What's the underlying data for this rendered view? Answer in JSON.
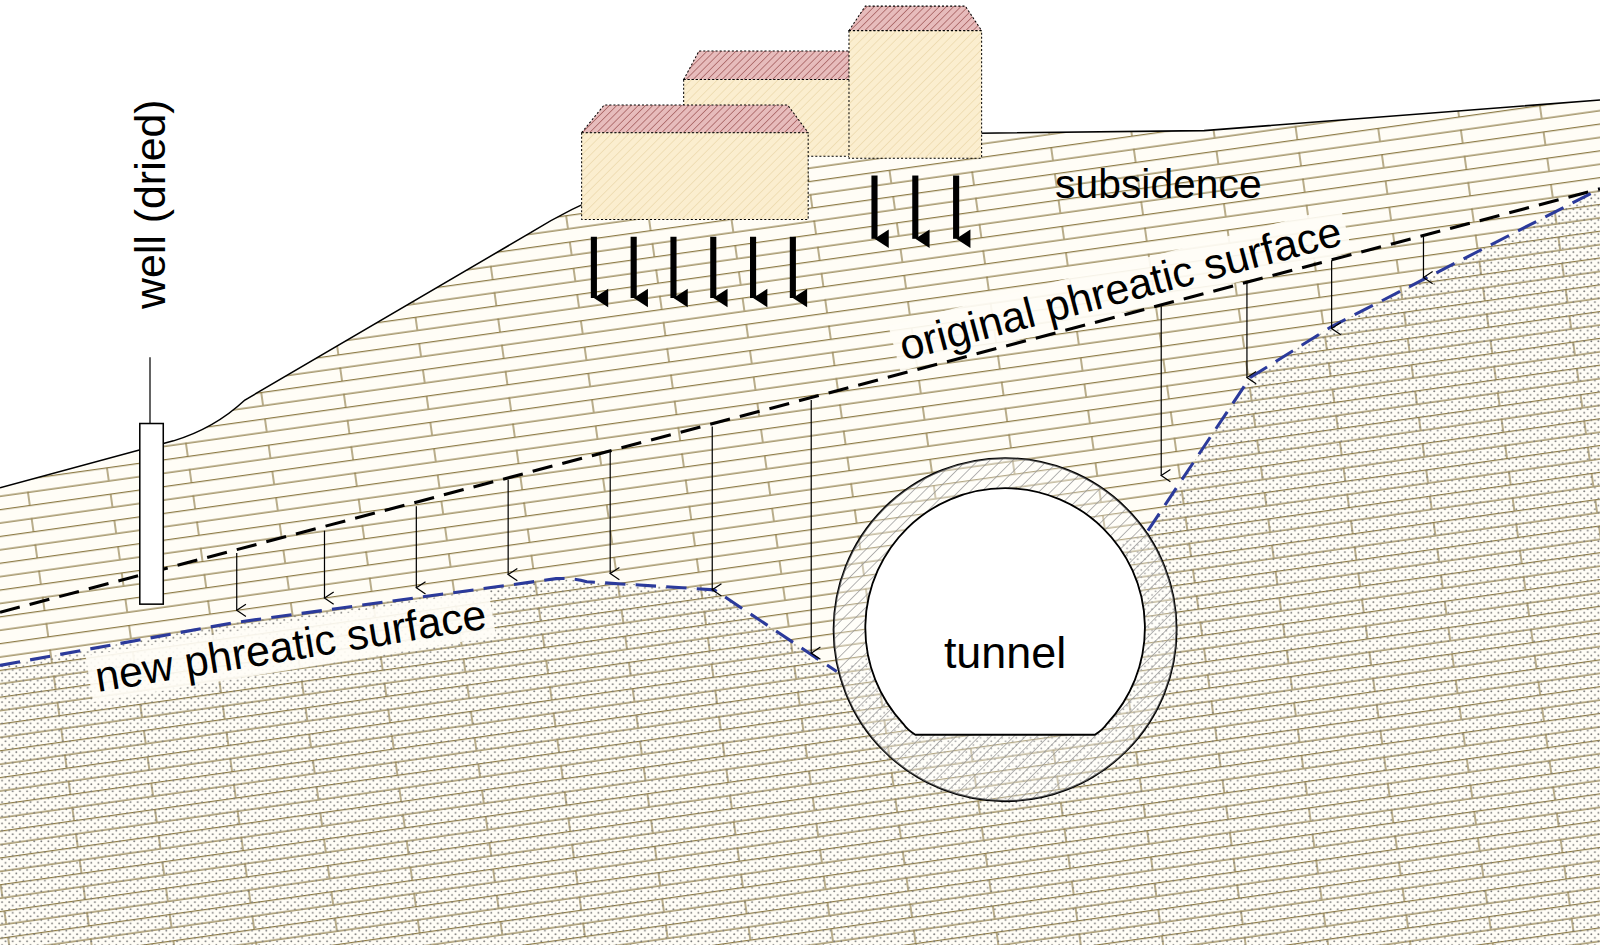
{
  "diagram": {
    "nodes": [
      {
        "text": [
          "tunnel"
        ]
      }
    ],
    "labels": [
      "well (dried)",
      "subsidence",
      "original phreatic surface",
      "new phreatic surface"
    ]
  }
}
